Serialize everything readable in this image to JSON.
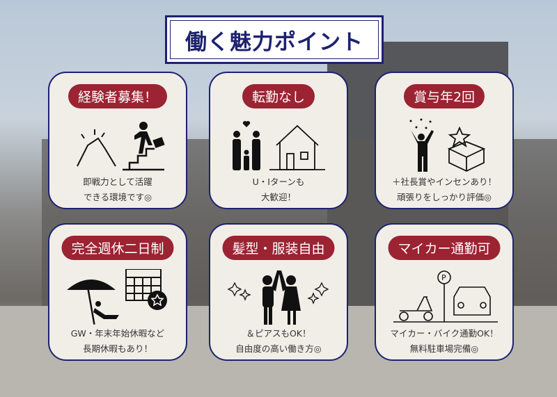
{
  "title": "働く魅力ポイント",
  "cards": [
    {
      "label": "経験者募集！",
      "lines": [
        "即戦力として活躍",
        "できる環境です◎"
      ],
      "icons": [
        "handshake-icon",
        "climbing-stairs-icon"
      ]
    },
    {
      "label": "転勤なし",
      "lines": [
        "U・Iターンも",
        "大歓迎！"
      ],
      "icons": [
        "family-icon",
        "house-icon"
      ]
    },
    {
      "label": "賞与年2回",
      "lines": [
        "＋社長賞やインセンあり！",
        "頑張りをしっかり評価◎"
      ],
      "icons": [
        "celebrating-person-icon",
        "gift-box-star-icon"
      ]
    },
    {
      "label": "完全週休二日制",
      "lines": [
        "GW・年末年始休暇など",
        "長期休暇もあり！"
      ],
      "icons": [
        "beach-umbrella-icon",
        "calendar-star-icon"
      ]
    },
    {
      "label": "髪型・服装自由",
      "lines": [
        "＆ピアスもOK！",
        "自由度の高い働き方◎"
      ],
      "icons": [
        "high-five-icon",
        "sparkle-icon"
      ]
    },
    {
      "label": "マイカー通勤可",
      "lines": [
        "マイカー・バイク通勤OK！",
        "無料駐車場完備◎"
      ],
      "icons": [
        "scooter-icon",
        "parking-car-icon"
      ]
    }
  ],
  "colors": {
    "navy": "#1d2270",
    "accent": "#9b2332",
    "card": "#f1eee8"
  }
}
